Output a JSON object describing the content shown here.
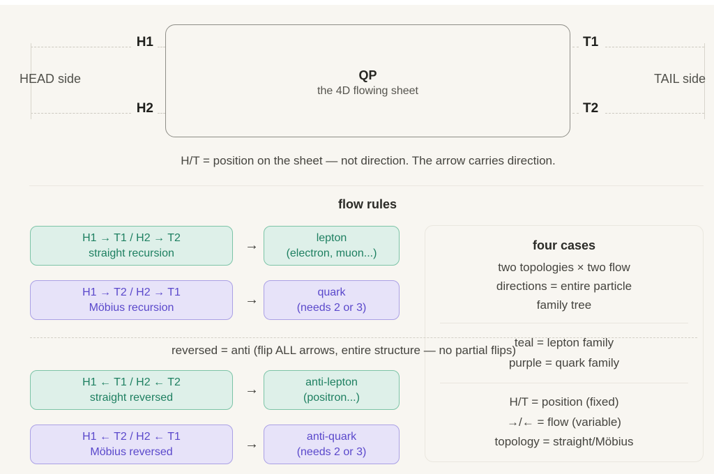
{
  "diagram": {
    "qp_title": "QP",
    "qp_subtitle": "the 4D flowing sheet",
    "head_side_label": "HEAD side",
    "tail_side_label": "TAIL side",
    "ports": {
      "h1": "H1",
      "h2": "H2",
      "t1": "T1",
      "t2": "T2"
    },
    "caption": "H/T = position on the sheet — not direction. The arrow carries direction."
  },
  "flow_rules": {
    "title": "flow rules",
    "arrow_glyph": "→",
    "reversed_note": "reversed = anti (flip ALL arrows, entire structure — no partial flips)",
    "rows": [
      {
        "family": "lepton",
        "rule_line1": "H1 → T1 / H2 → T2",
        "rule_line2": "straight recursion",
        "result_line1": "lepton",
        "result_line2": "(electron, muon...)"
      },
      {
        "family": "quark",
        "rule_line1": "H1 → T2 / H2 → T1",
        "rule_line2": "Möbius recursion",
        "result_line1": "quark",
        "result_line2": "(needs 2 or 3)"
      },
      {
        "family": "lepton",
        "rule_line1": "H1 ← T1 / H2 ← T2",
        "rule_line2": "straight reversed",
        "result_line1": "anti-lepton",
        "result_line2": "(positron...)"
      },
      {
        "family": "quark",
        "rule_line1": "H1 ← T2 / H2 ← T1",
        "rule_line2": "Möbius reversed",
        "result_line1": "anti-quark",
        "result_line2": "(needs 2 or 3)"
      }
    ]
  },
  "four_cases": {
    "title": "four cases",
    "intro_lines": [
      "two topologies × two flow",
      "directions = entire particle",
      "family tree"
    ],
    "legend_lines": [
      "teal = lepton family",
      "purple = quark family"
    ],
    "key_lines": [
      "H/T = position (fixed)",
      "→/← = flow (variable)",
      "topology = straight/Möbius"
    ]
  },
  "colors": {
    "page_background": "#f8f6f1",
    "lepton_teal_bg": "#def0e9",
    "lepton_teal_border": "#7cc4a7",
    "lepton_teal_text": "#1d7f60",
    "quark_purple_bg": "#e7e3f9",
    "quark_purple_border": "#aaa0e5",
    "quark_purple_text": "#5a48cb",
    "muted_text": "#45443f",
    "dark_text": "#21211d"
  }
}
